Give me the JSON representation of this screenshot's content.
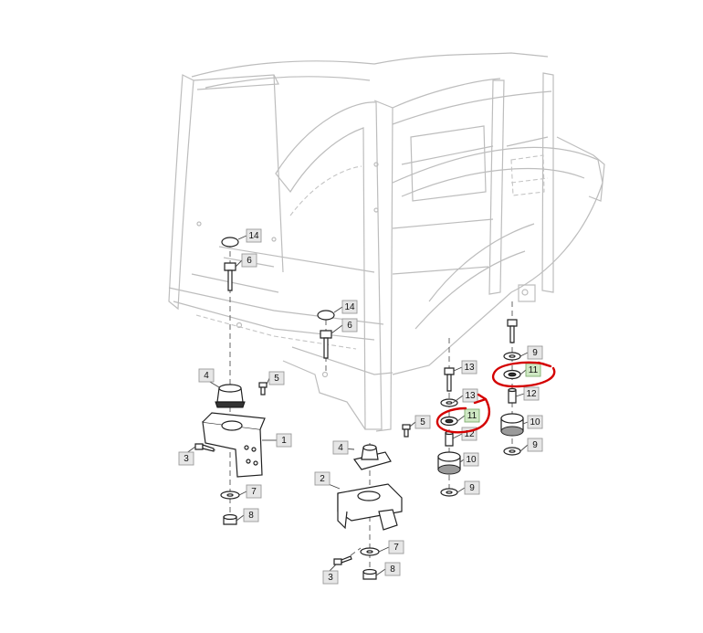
{
  "callouts": [
    {
      "label": "14",
      "highlight": false
    },
    {
      "label": "6",
      "highlight": false
    },
    {
      "label": "14",
      "highlight": false
    },
    {
      "label": "6",
      "highlight": false
    },
    {
      "label": "13",
      "highlight": false
    },
    {
      "label": "9",
      "highlight": false
    },
    {
      "label": "11",
      "highlight": true
    },
    {
      "label": "12",
      "highlight": false
    },
    {
      "label": "10",
      "highlight": false
    },
    {
      "label": "9",
      "highlight": false
    },
    {
      "label": "4",
      "highlight": false
    },
    {
      "label": "5",
      "highlight": false
    },
    {
      "label": "13",
      "highlight": false
    },
    {
      "label": "11",
      "highlight": true
    },
    {
      "label": "12",
      "highlight": false
    },
    {
      "label": "5",
      "highlight": false
    },
    {
      "label": "1",
      "highlight": false
    },
    {
      "label": "3",
      "highlight": false
    },
    {
      "label": "4",
      "highlight": false
    },
    {
      "label": "10",
      "highlight": false
    },
    {
      "label": "2",
      "highlight": false
    },
    {
      "label": "9",
      "highlight": false
    },
    {
      "label": "7",
      "highlight": false
    },
    {
      "label": "8",
      "highlight": false
    },
    {
      "label": "7",
      "highlight": false
    },
    {
      "label": "3",
      "highlight": false
    },
    {
      "label": "8",
      "highlight": false
    }
  ],
  "colors": {
    "frame_line": "#bdbdbd",
    "part_line": "#222222",
    "callout_fill": "#e6e6e6",
    "callout_highlight_fill": "#cfe8c4",
    "annotation_red": "#d40000"
  },
  "annotations": [
    "red-circle-around-item-11-right",
    "red-circle-around-item-11-center"
  ]
}
